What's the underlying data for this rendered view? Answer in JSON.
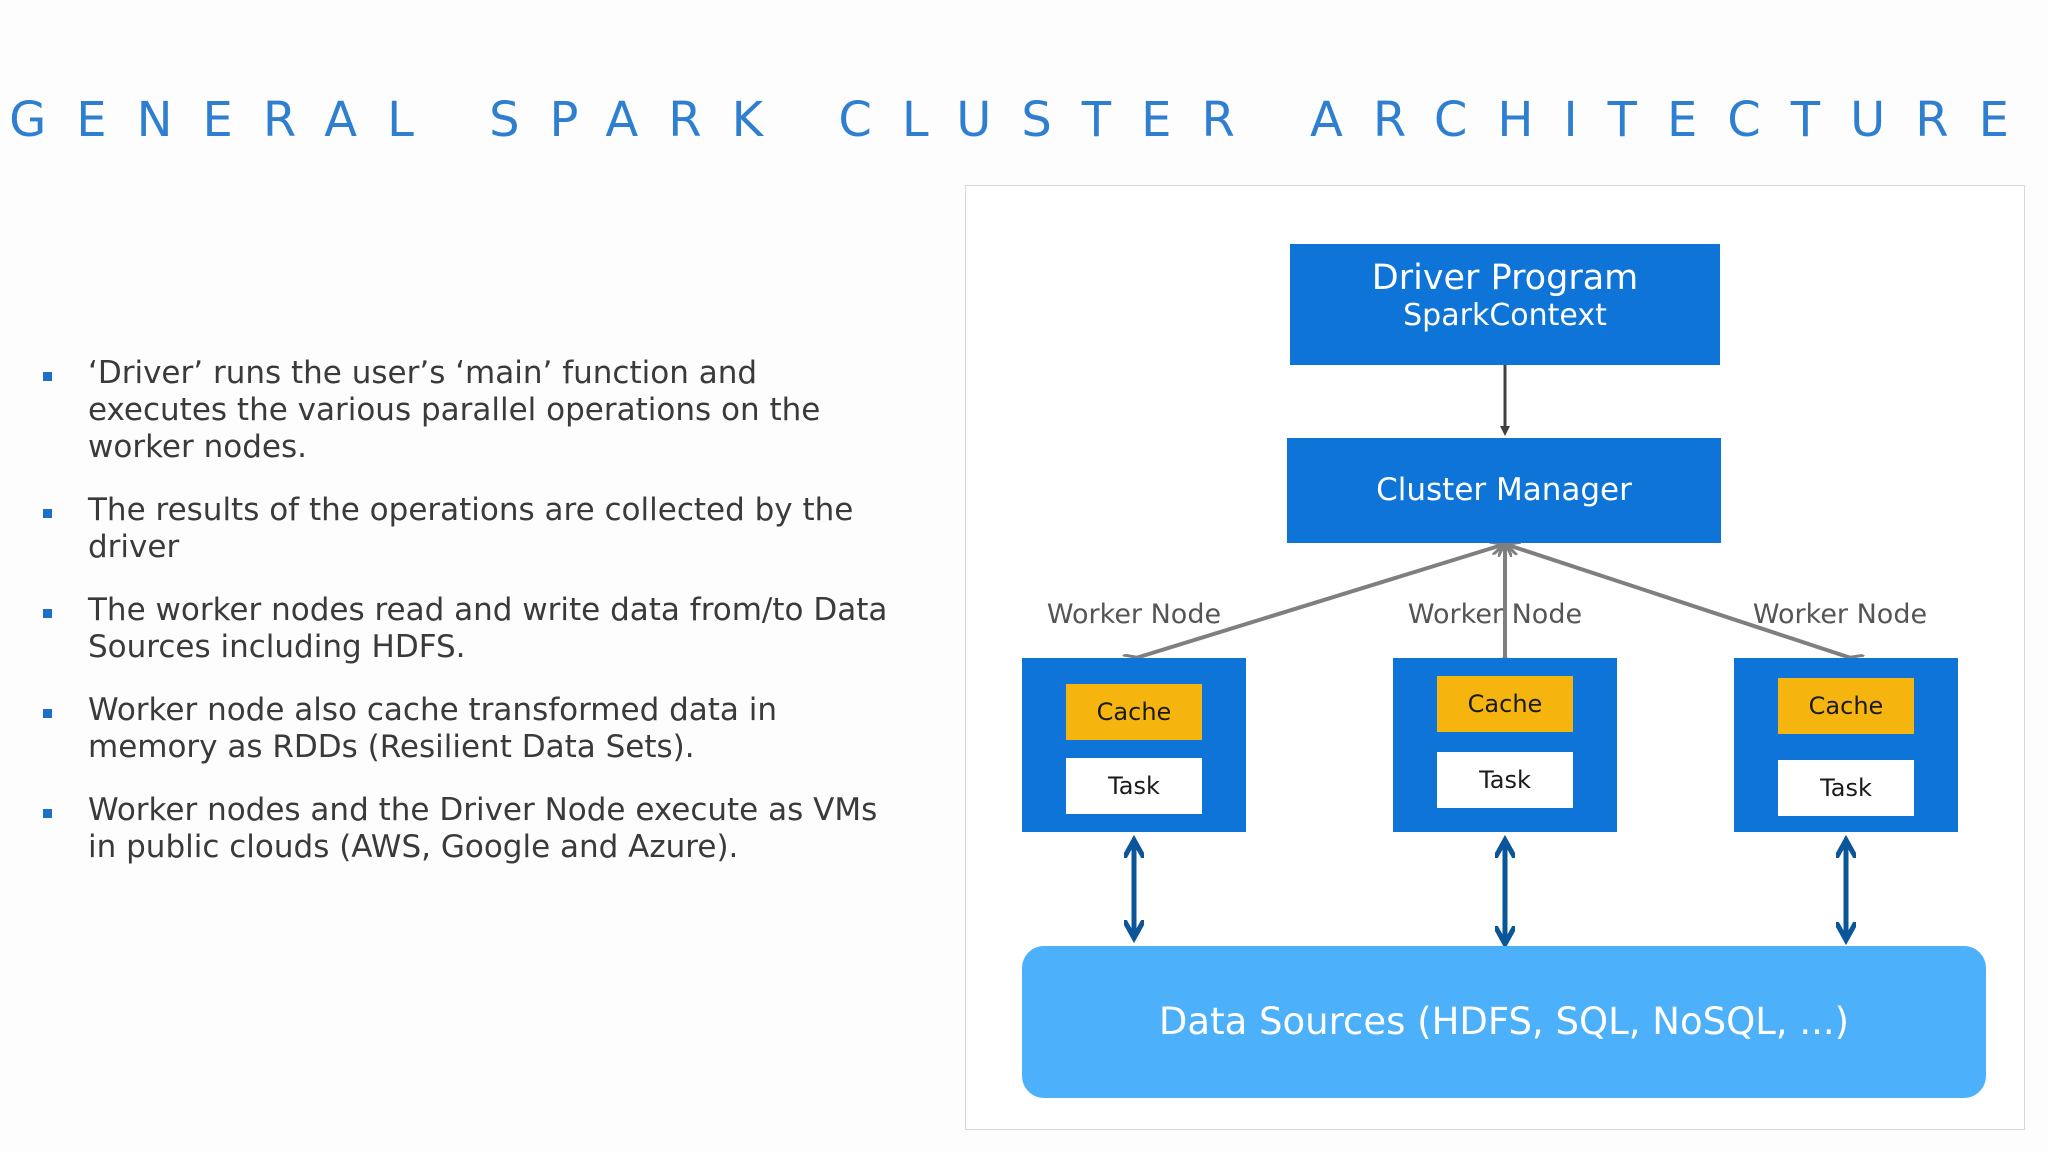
{
  "slide": {
    "title": "GENERAL SPARK CLUSTER ARCHITECTURE",
    "bullets": [
      "‘Driver’ runs the user’s ‘main’ function and executes the various parallel operations on the worker nodes.",
      "The results of the operations are collected by the driver",
      "The worker nodes read and write data from/to Data Sources including HDFS.",
      "Worker node also cache transformed data in memory as RDDs (Resilient Data Sets).",
      "Worker nodes and the Driver Node execute as VMs in public clouds (AWS, Google and Azure)."
    ]
  },
  "diagram": {
    "driver_program": {
      "title": "Driver Program",
      "subtitle": "SparkContext"
    },
    "cluster_manager": "Cluster Manager",
    "worker_nodes": [
      {
        "label": "Worker Node",
        "cache": "Cache",
        "task": "Task"
      },
      {
        "label": "Worker Node",
        "cache": "Cache",
        "task": "Task"
      },
      {
        "label": "Worker Node",
        "cache": "Cache",
        "task": "Task"
      }
    ],
    "data_sources": "Data Sources (HDFS, SQL, NoSQL, ...)"
  },
  "colors": {
    "title": "#2f7fd0",
    "box_blue": "#0e74d8",
    "cache_yellow": "#f5b50e",
    "data_sources_blue": "#4db0fb",
    "arrow_gray": "#7f7f7f",
    "arrow_dark_blue": "#0b5599"
  }
}
